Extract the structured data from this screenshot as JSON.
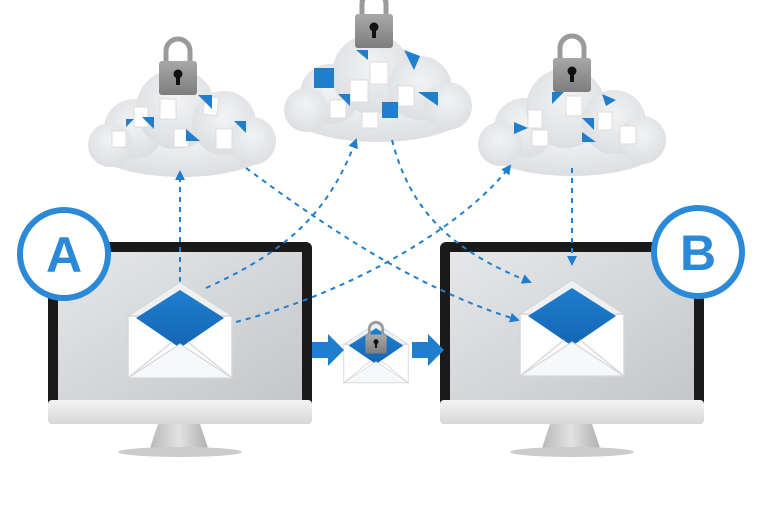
{
  "nodes": {
    "sender": {
      "label": "A"
    },
    "receiver": {
      "label": "B"
    }
  },
  "clouds": [
    {
      "name": "cloud-left",
      "locked": true
    },
    {
      "name": "cloud-center",
      "locked": true
    },
    {
      "name": "cloud-right",
      "locked": true
    }
  ],
  "transfer": {
    "locked": true,
    "direct_arrows": 2
  },
  "colors": {
    "accent": "#1f7fce",
    "badge": "#2b8ad8",
    "cloud": "#e1e3e6",
    "lock": "#8f8f8f",
    "screen": "#cfd1d4",
    "bezel": "#1a1a1a",
    "dashed_arrow": "#1f7fce"
  }
}
